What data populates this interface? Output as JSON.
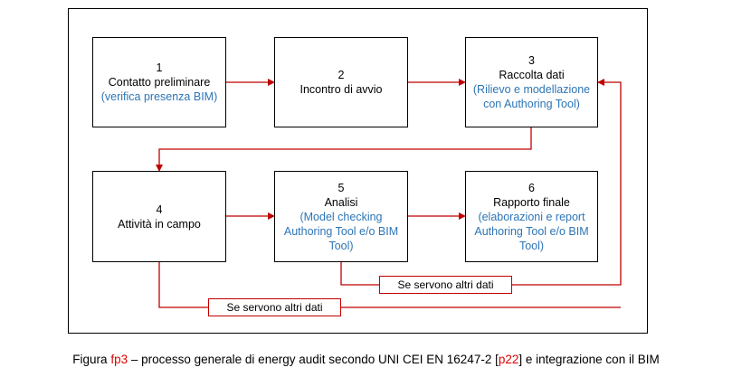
{
  "boxes": [
    {
      "number": "1",
      "title": "Contatto preliminare",
      "detail": [
        "(verifica presenza BIM)"
      ]
    },
    {
      "number": "2",
      "title": "Incontro di avvio",
      "detail": []
    },
    {
      "number": "3",
      "title": "Raccolta dati",
      "detail": [
        "(Rilievo e modellazione",
        "con Authoring Tool)"
      ]
    },
    {
      "number": "4",
      "title": "Attività in campo",
      "detail": []
    },
    {
      "number": "5",
      "title": "Analisi",
      "detail": [
        "(Model checking",
        "Authoring Tool e/o BIM",
        "Tool)"
      ]
    },
    {
      "number": "6",
      "title": "Rapporto finale",
      "detail": [
        "(elaborazioni e report",
        "Authoring Tool e/o BIM",
        "Tool)"
      ]
    }
  ],
  "loop_labels": {
    "from_analisi": "Se servono altri dati",
    "from_attivita": "Se servono altri dati"
  },
  "caption": {
    "prefix": "Figura ",
    "ref": "fp3",
    "middle": " – processo generale di energy audit secondo UNI CEI EN 16247-2 [",
    "cite": "p22",
    "suffix": "] e integrazione con il BIM"
  },
  "colors": {
    "arrow": "#c00000",
    "detail_text": "#2e75b6",
    "caption_highlight": "#e00000"
  }
}
